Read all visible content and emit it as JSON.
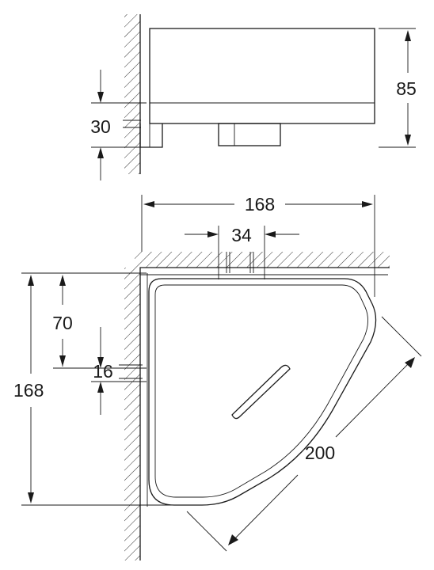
{
  "dimensions": {
    "height_85": "85",
    "offset_30": "30",
    "width_168": "168",
    "slot_34": "34",
    "depth_168": "168",
    "offset_70": "70",
    "slot_16": "16",
    "diagonal_200": "200"
  },
  "colors": {
    "line": "#1a1a1a",
    "background": "#ffffff"
  }
}
